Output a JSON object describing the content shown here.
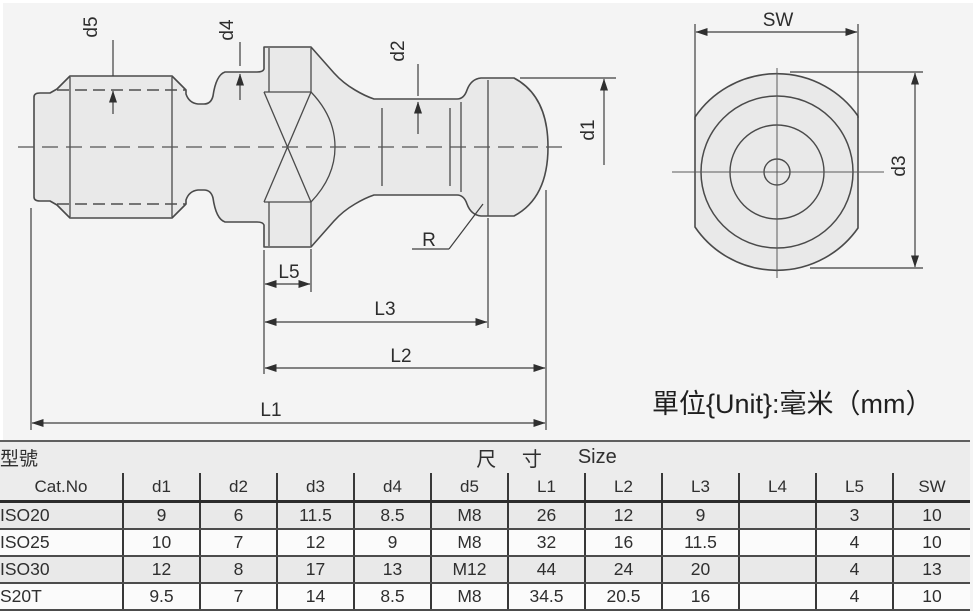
{
  "drawing": {
    "unit_note": "單位{Unit}:毫米（mm）",
    "side_view": {
      "labels": {
        "d5": "d5",
        "d4": "d4",
        "d2": "d2",
        "d1": "d1",
        "r": "R",
        "l5": "L5",
        "l3": "L3",
        "l2": "L2",
        "l1": "L1"
      }
    },
    "end_view": {
      "labels": {
        "sw": "SW",
        "d3": "d3"
      }
    },
    "colors": {
      "canvas_bg": "#f4f4f4",
      "part_fill": "#e9e9e9",
      "part_stroke": "#4a4a4a",
      "dimension_line": "#3e3e3e",
      "row_gray": "#e9e9e9",
      "row_white": "#fbfbfb",
      "header_bg": "#ececec"
    }
  },
  "table": {
    "model_header": "型號",
    "size_header_cn": "尺 寸",
    "size_header_en": "Size",
    "col_headers": [
      "Cat.No",
      "d1",
      "d2",
      "d3",
      "d4",
      "d5",
      "L1",
      "L2",
      "L3",
      "L4",
      "L5",
      "SW"
    ],
    "rows": [
      {
        "model": "ISO20",
        "values": [
          "9",
          "6",
          "11.5",
          "8.5",
          "M8",
          "26",
          "12",
          "9",
          "",
          "3",
          "10"
        ]
      },
      {
        "model": "ISO25",
        "values": [
          "10",
          "7",
          "12",
          "9",
          "M8",
          "32",
          "16",
          "11.5",
          "",
          "4",
          "10"
        ]
      },
      {
        "model": "ISO30",
        "values": [
          "12",
          "8",
          "17",
          "13",
          "M12",
          "44",
          "24",
          "20",
          "",
          "4",
          "13"
        ]
      },
      {
        "model": "S20T",
        "values": [
          "9.5",
          "7",
          "14",
          "8.5",
          "M8",
          "34.5",
          "20.5",
          "16",
          "",
          "4",
          "10"
        ]
      }
    ]
  }
}
